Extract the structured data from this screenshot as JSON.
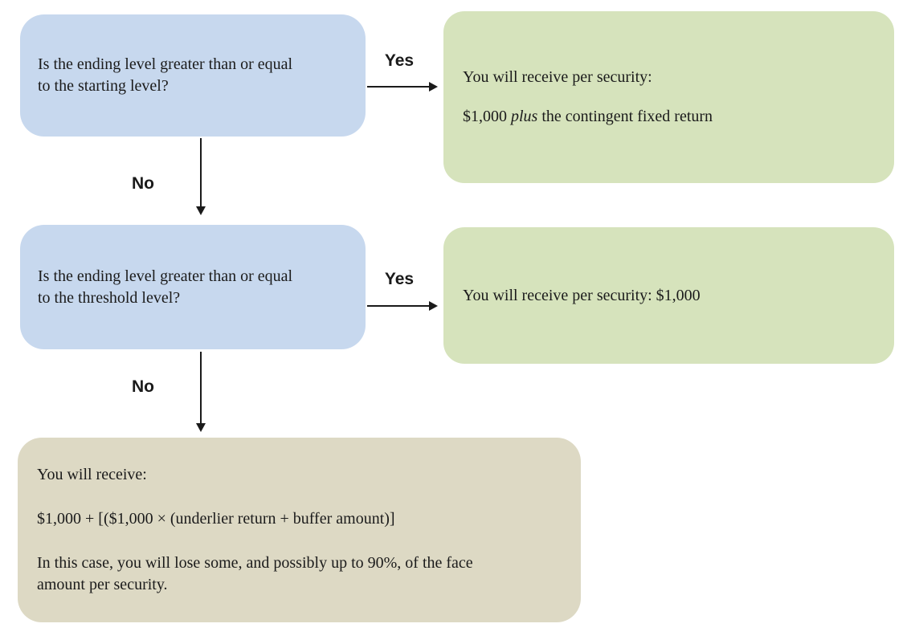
{
  "colors": {
    "page_bg": "#ffffff",
    "decision_fill": "#c7d8ee",
    "positive_fill": "#d6e3bc",
    "loss_fill": "#ddd9c4",
    "line": "#1a1a1a",
    "text": "#1b1b1b"
  },
  "flowchart": {
    "decision1": {
      "text": "Is the ending level greater than or equal\nto the starting level?"
    },
    "yes1": "Yes",
    "no1": "No",
    "outcome1": {
      "line1": "You will receive per security:",
      "line2_amount": "$1,000 ",
      "line2_italic": "plus",
      "line2_rest": " the contingent fixed return"
    },
    "decision2": {
      "text": "Is the ending level greater than or equal\nto the threshold level?"
    },
    "yes2": "Yes",
    "no2": "No",
    "outcome2": {
      "text": "You will receive per security: $1,000"
    },
    "outcome3": {
      "line1": "You will receive:",
      "line2": "$1,000 + [($1,000 × (underlier return + buffer amount)]",
      "line3": "In this case, you will lose some, and possibly up to 90%, of the face\namount per security."
    }
  }
}
